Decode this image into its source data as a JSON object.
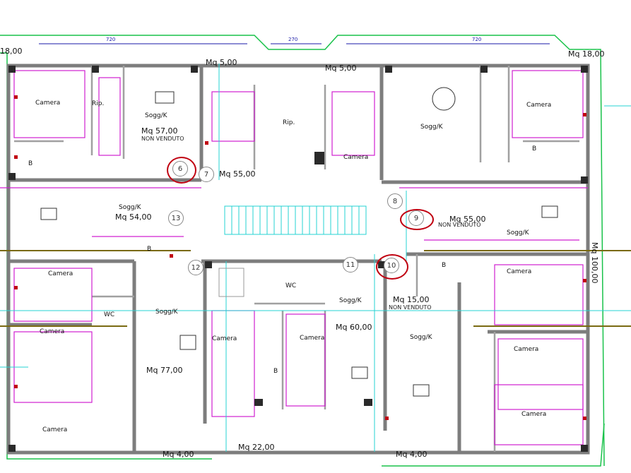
{
  "areas": {
    "a1": "Mq 57,00",
    "a2": "Mq 55,00",
    "a3": "Mq 54,00",
    "a4": "Mq 55,00",
    "a5": "Mq 15,00",
    "a6": "Mq 60,00",
    "a7": "Mq 77,00",
    "a8": "Mq 5,00",
    "a9": "Mq 5,00",
    "a10": "Mq 18,00",
    "a11": "Mq 22,00",
    "a12": "Mq 4,00",
    "a13": "Mq 4,00",
    "a14": "Mq 100,00"
  },
  "status": {
    "nv1": "NON VENDUTO",
    "nv2": "NON VENDUTO",
    "nv3": "NON VENDUTO"
  },
  "rooms": {
    "camera": "Camera",
    "sogg": "Sogg/K",
    "bath": "B",
    "wc": "WC",
    "rip": "Rip."
  },
  "unit_numbers": [
    "6",
    "7",
    "8",
    "9",
    "10",
    "11",
    "12",
    "13"
  ],
  "dimensions": {
    "d1": "720",
    "d2": "270",
    "d3": "720",
    "d4": "18,00"
  },
  "colors": {
    "wall": "#9a9a9a",
    "wall_dark": "#2a2a2a",
    "furniture": "#d020d0",
    "outline_green": "#19c24a",
    "cyan": "#25d3d3",
    "red_ring": "#c00010",
    "dimension": "#1a1aa8",
    "brown_line": "#7a6a12"
  }
}
